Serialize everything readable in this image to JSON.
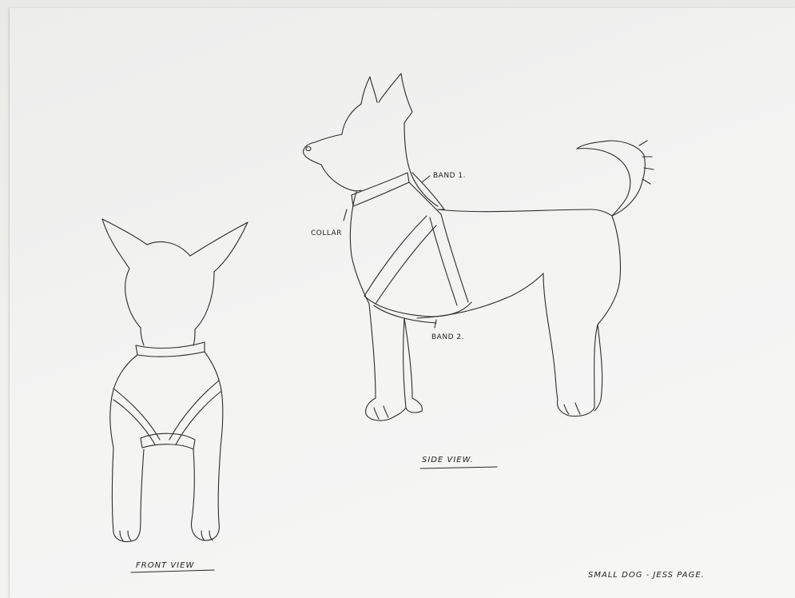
{
  "labels": {
    "collar": "COLLAR",
    "band1": "BAND 1.",
    "band2": "BAND 2.",
    "side_view": "SIDE VIEW.",
    "front_view": "FRONT VIEW",
    "footer": "SMALL DOG - JESS PAGE."
  }
}
